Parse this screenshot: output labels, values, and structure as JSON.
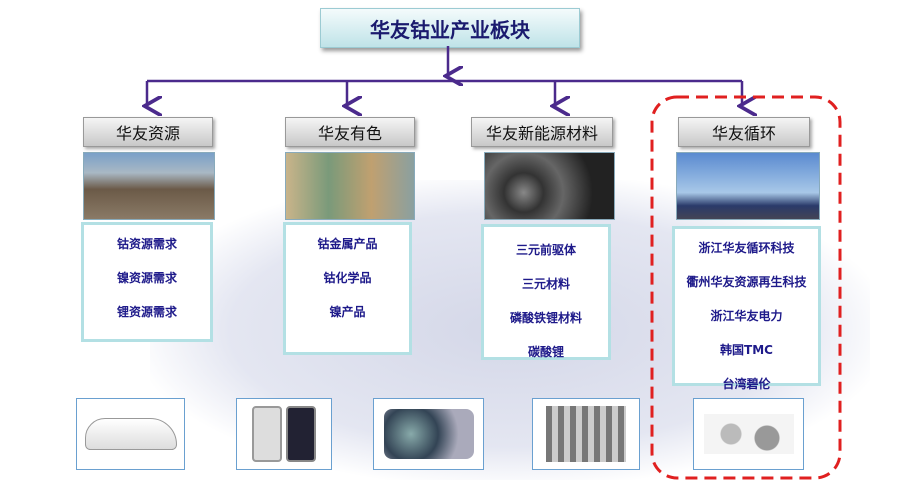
{
  "title": "华友钴业产业板块",
  "segments": [
    {
      "name": "华友资源",
      "items": [
        "钴资源需求",
        "镍资源需求",
        "锂资源需求"
      ]
    },
    {
      "name": "华友有色",
      "items": [
        "钴金属产品",
        "钴化学品",
        "镍产品"
      ]
    },
    {
      "name": "华友新能源材料",
      "items": [
        "三元前驱体",
        "三元材料",
        "磷酸铁锂材料",
        "碳酸锂"
      ]
    },
    {
      "name": "华友循环",
      "items": [
        "浙江华友循环科技",
        "衢州华友资源再生科技",
        "浙江华友电力",
        "韩国TMC",
        "台湾碧伦"
      ]
    }
  ],
  "colors": {
    "highlight": "#e02020",
    "text": "#1e1a8a",
    "arrow": "#4b2a8c"
  }
}
